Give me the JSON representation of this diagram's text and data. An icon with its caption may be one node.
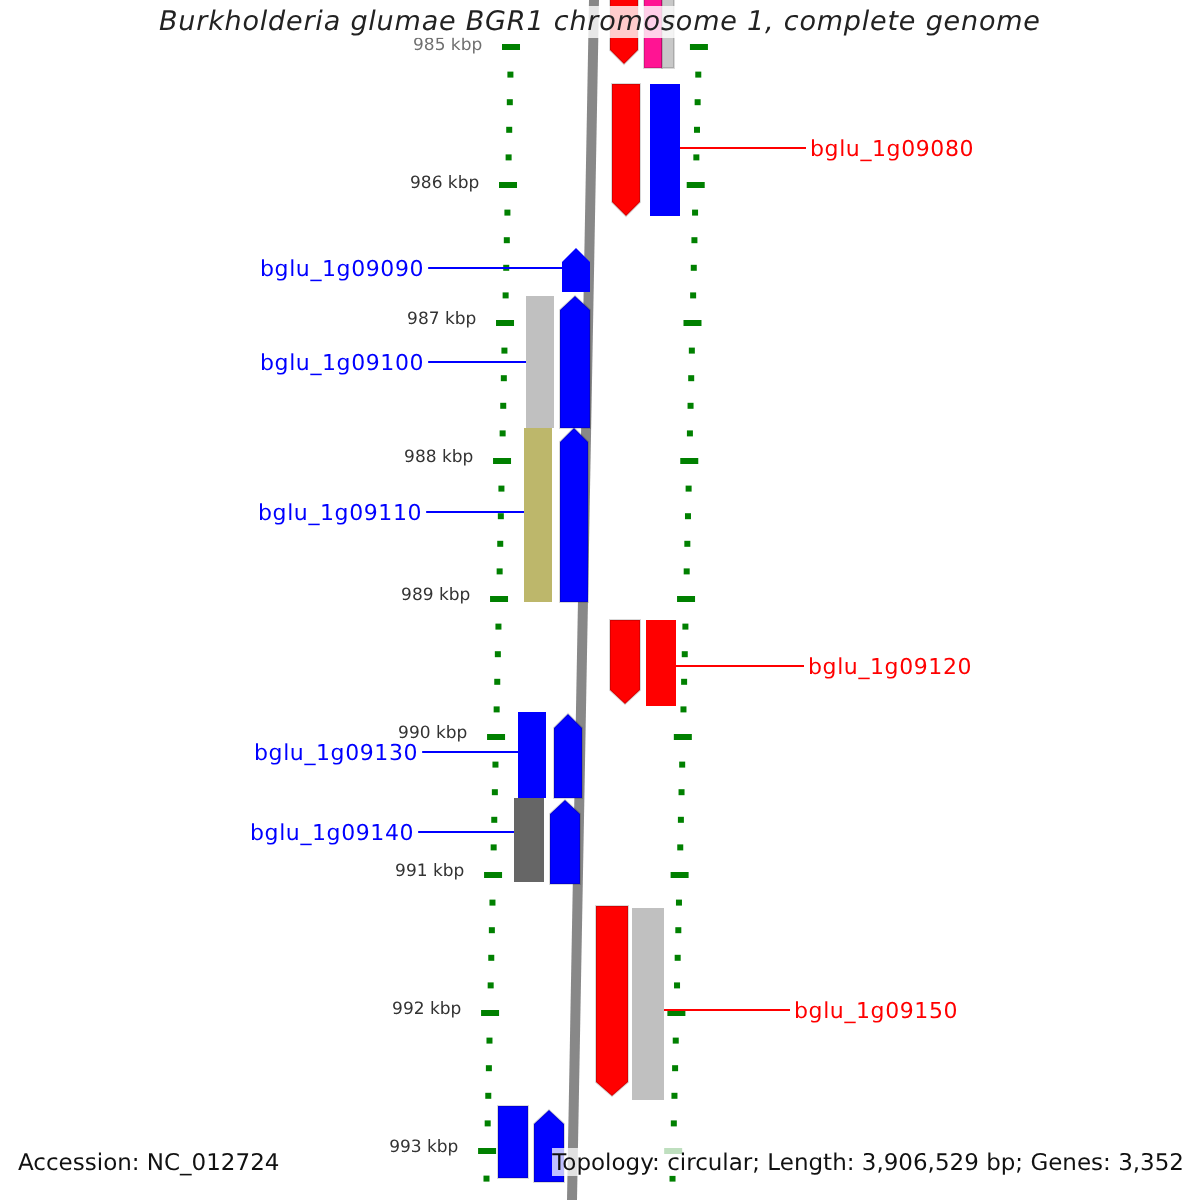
{
  "diagram": {
    "title": "Burkholderia glumae BGR1 chromosome 1, complete genome",
    "nodes": [
      {
        "text": [
          "bglu_1g09080"
        ]
      },
      {
        "text": [],
        "shape": "bar"
      },
      {
        "text": [
          "bglu_1g09090"
        ]
      },
      {
        "text": [],
        "shape": "bar"
      },
      {
        "text": [
          "bglu_1g09100"
        ]
      },
      {
        "text": [],
        "shape": "bar"
      },
      {
        "text": [
          "bglu_1g09110"
        ]
      },
      {
        "text": [],
        "shape": "bar"
      },
      {
        "text": [
          "bglu_1g09120"
        ]
      },
      {
        "text": [],
        "shape": "bar"
      },
      {
        "text": [
          "bglu_1g09130"
        ]
      },
      {
        "text": [],
        "shape": "bar"
      },
      {
        "text": [
          "bglu_1g09140"
        ]
      },
      {
        "text": [],
        "shape": "bar"
      },
      {
        "text": [
          "bglu_1g09150"
        ]
      },
      {
        "text": [],
        "shape": "bar"
      }
    ],
    "edges": [
      {
        "from": 0,
        "to": 1,
        "arrow": "none",
        "color": "#ff0000"
      },
      {
        "from": 2,
        "to": 3,
        "arrow": "none"
      },
      {
        "from": 4,
        "to": 5,
        "arrow": "none"
      },
      {
        "from": 6,
        "to": 7,
        "arrow": "none"
      },
      {
        "from": 8,
        "to": 9,
        "arrow": "none",
        "color": "#ff0000"
      },
      {
        "from": 10,
        "to": 11,
        "arrow": "none"
      },
      {
        "from": 12,
        "to": 13,
        "arrow": "none"
      },
      {
        "from": 14,
        "to": 15,
        "arrow": "none",
        "color": "#ff0000"
      }
    ],
    "labels": [
      "985 kbp",
      "986 kbp",
      "987 kbp",
      "988 kbp",
      "989 kbp",
      "990 kbp",
      "991 kbp",
      "992 kbp",
      "993 kbp",
      "Accession: NC_012724",
      "Topology: circular; Length: 3,906,529 bp; Genes: 3,352"
    ]
  }
}
